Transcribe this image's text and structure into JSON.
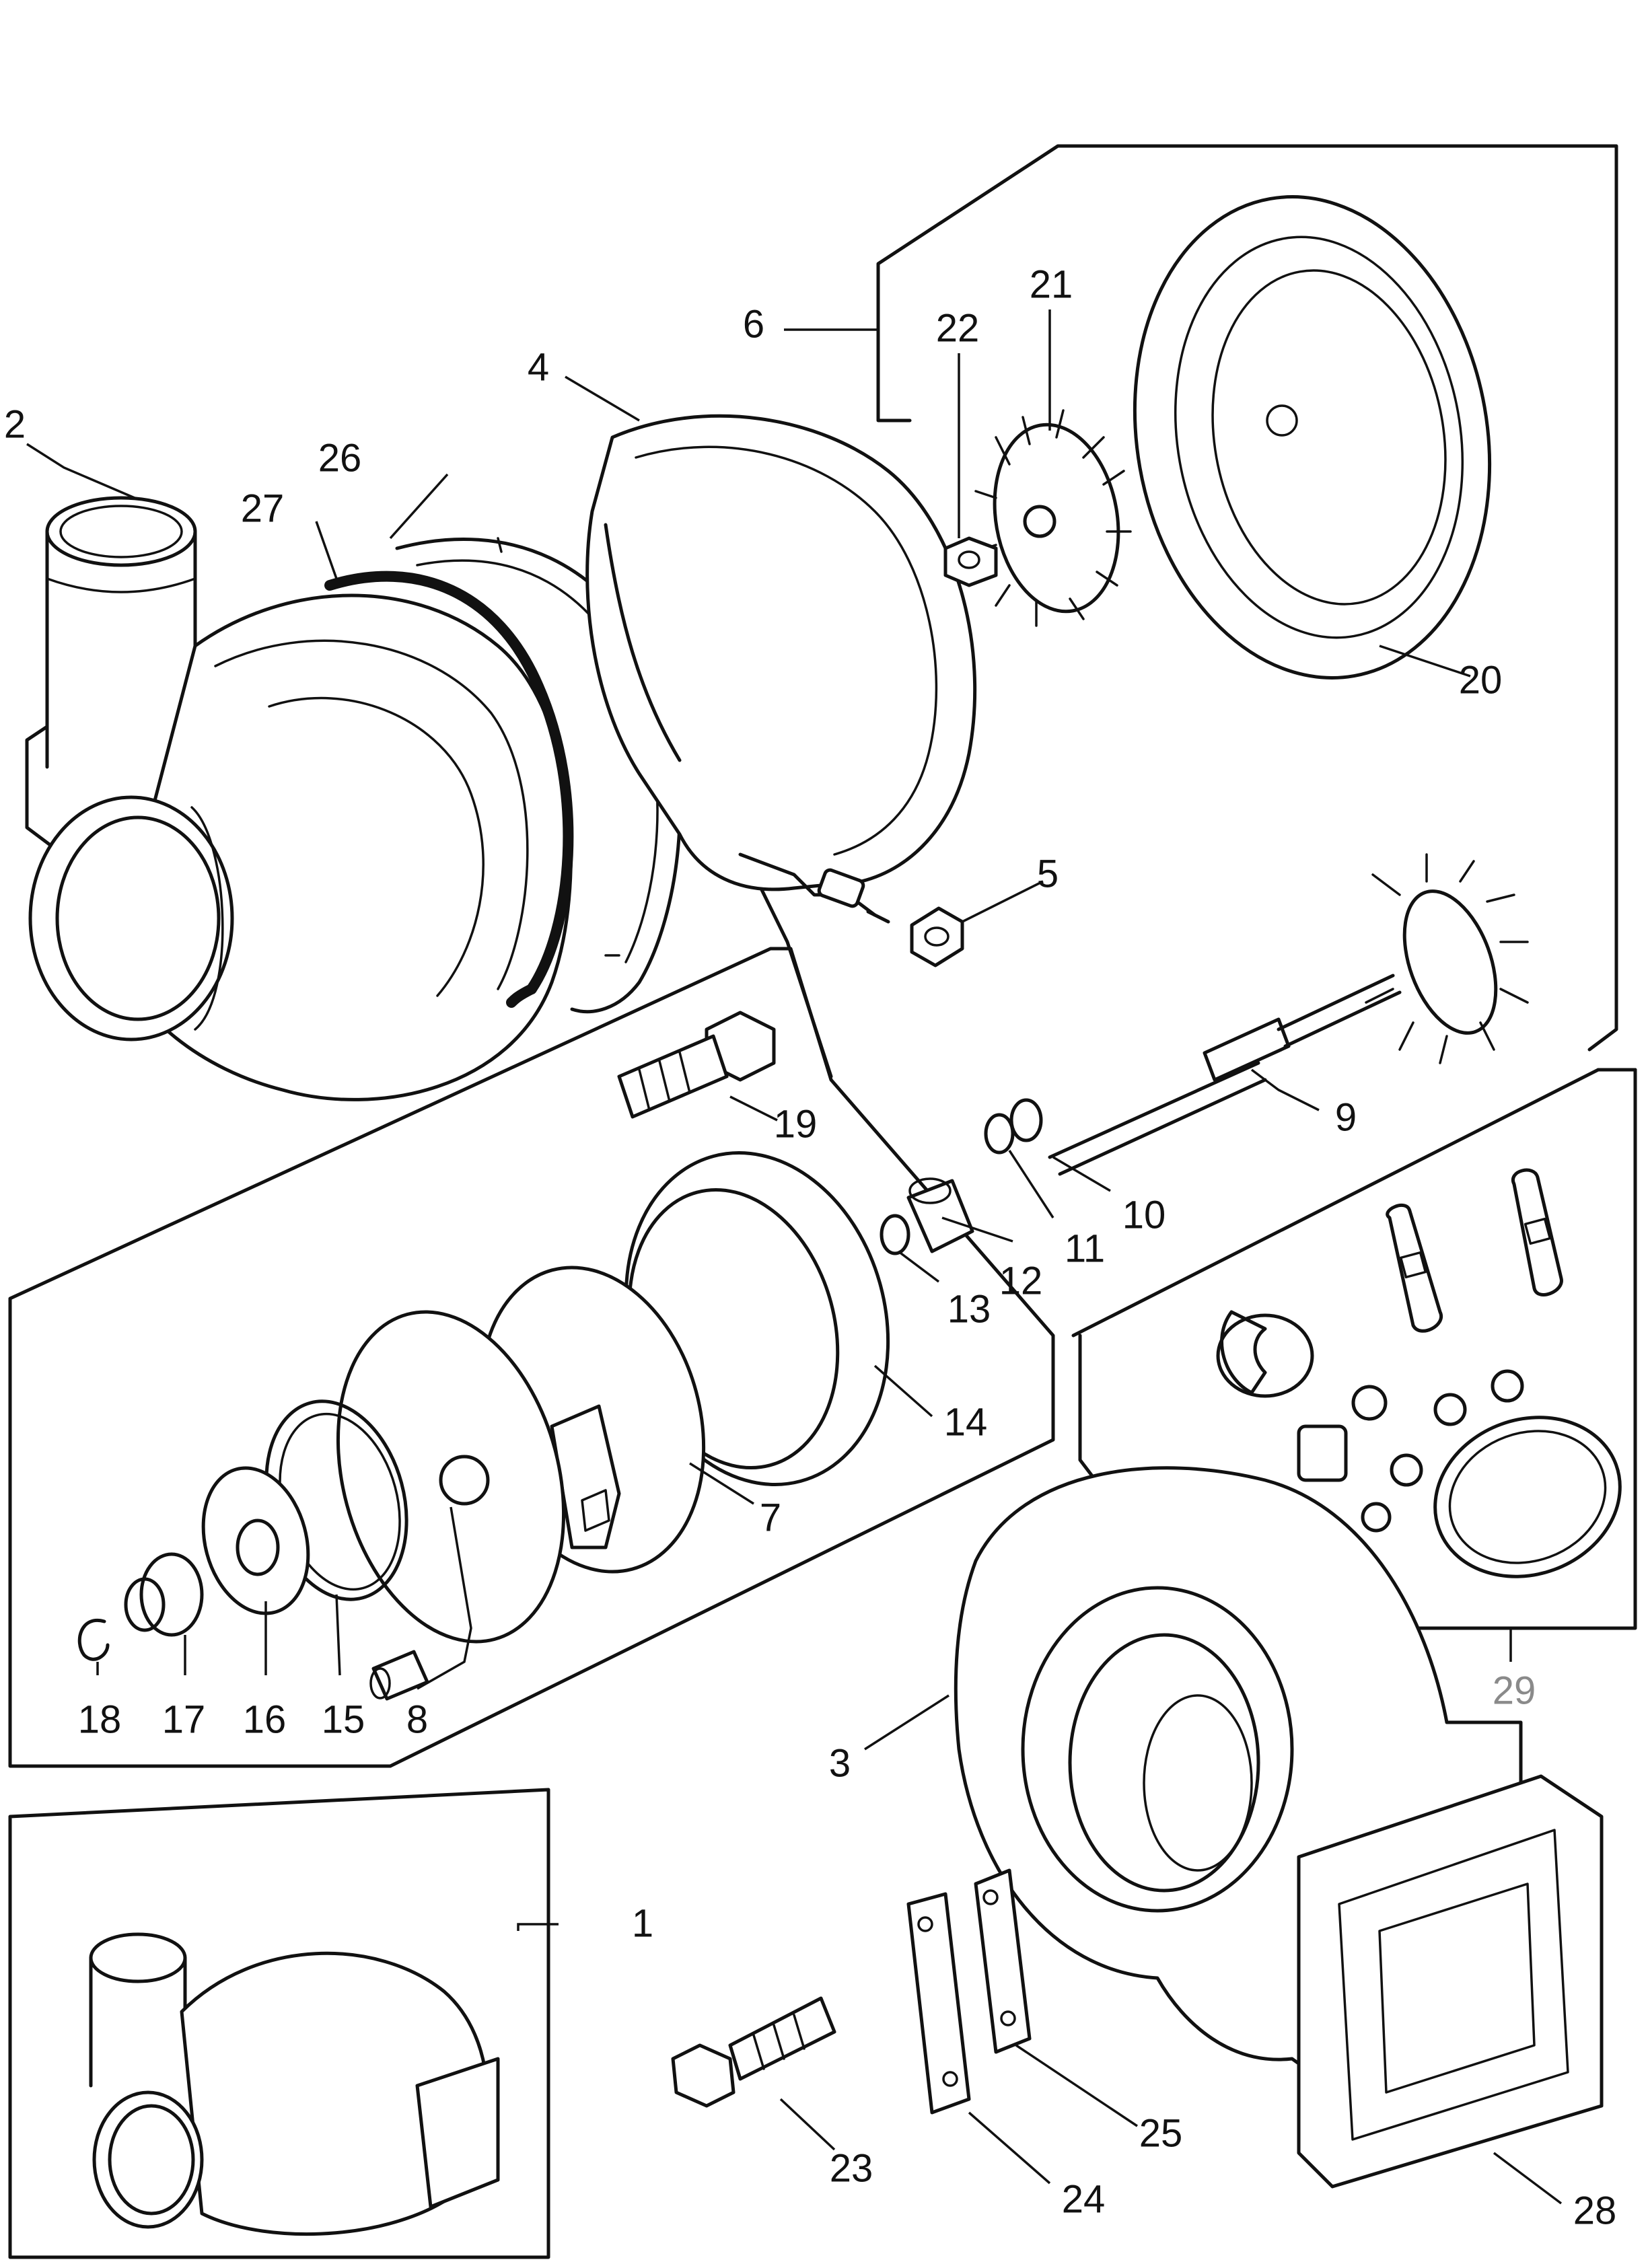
{
  "figure": {
    "type": "exploded-parts-diagram",
    "subject": "turbocharger",
    "line_color": "#111111",
    "background": "#ffffff"
  },
  "callouts": {
    "c1": "1",
    "c2": "2",
    "c3": "3",
    "c4": "4",
    "c5": "5",
    "c6": "6",
    "c7": "7",
    "c8": "8",
    "c9": "9",
    "c10": "10",
    "c11": "11",
    "c12": "12",
    "c13": "13",
    "c14": "14",
    "c15": "15",
    "c16": "16",
    "c17": "17",
    "c18": "18",
    "c19": "19",
    "c20": "20",
    "c21": "21",
    "c22": "22",
    "c23": "23",
    "c24": "24",
    "c25": "25",
    "c26": "26",
    "c27": "27",
    "c28": "28",
    "c29": "29"
  }
}
